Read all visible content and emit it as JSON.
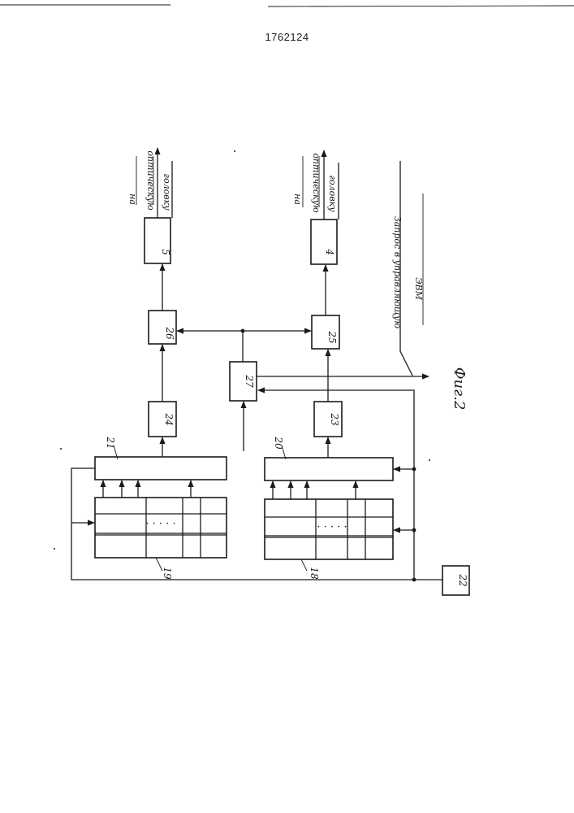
{
  "patent_number": "1762124",
  "figure_caption": "Фиг.2",
  "blocks": {
    "b18": "18",
    "b19": "19",
    "b20": "20",
    "b21": "21",
    "b22": "22",
    "b23": "23",
    "b24": "24",
    "b25": "25",
    "b26": "26",
    "b27": "27",
    "b4": "4",
    "b5": "5"
  },
  "outputs": {
    "top": [
      "на",
      "оптическую",
      "головку"
    ],
    "bottom": [
      "на",
      "оптическую",
      "головку"
    ]
  },
  "request": [
    "Запрос в управляющую",
    "ЭВМ"
  ],
  "register_dots": "· · · · ·"
}
